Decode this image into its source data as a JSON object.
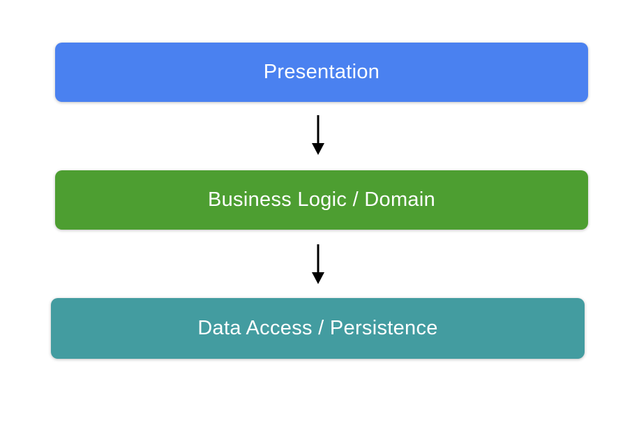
{
  "diagram": {
    "background": "#ffffff",
    "text_color": "#ffffff",
    "arrow_color": "#000000",
    "layers": [
      {
        "label": "Presentation",
        "color": "#4a81f0"
      },
      {
        "label": "Business Logic / Domain",
        "color": "#4d9e31"
      },
      {
        "label": "Data Access / Persistence",
        "color": "#439ca0"
      }
    ]
  }
}
